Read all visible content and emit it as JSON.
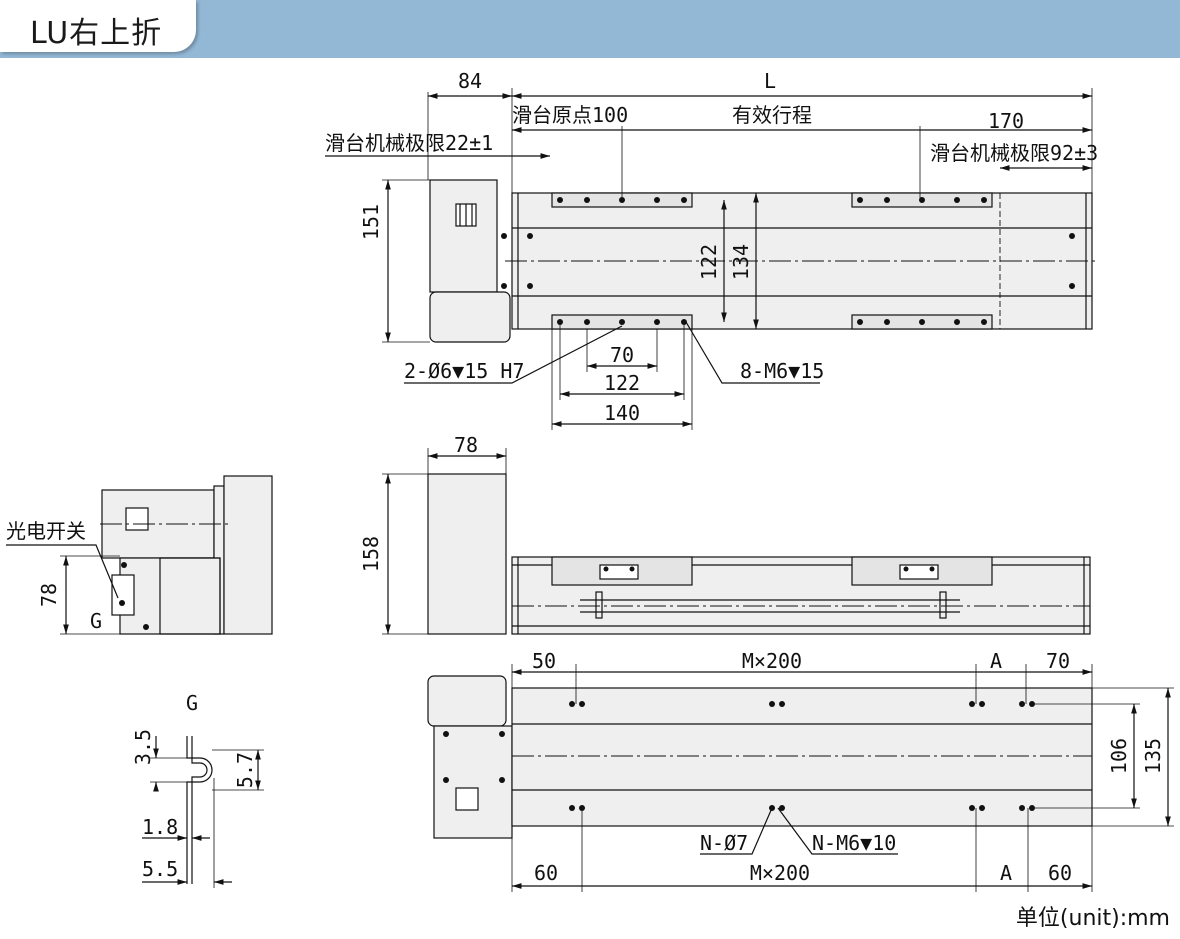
{
  "header": {
    "title": "LU右上折"
  },
  "top_view": {
    "dims": {
      "d84": "84",
      "dL": "L",
      "d170": "170",
      "d151": "151",
      "d122v": "122",
      "d134v": "134",
      "d70": "70",
      "d122h": "122",
      "d140": "140"
    },
    "labels": {
      "slide_origin": "滑台原点100",
      "effective_stroke": "有效行程",
      "mech_limit_left": "滑台机械极限22±1",
      "mech_limit_right": "滑台机械极限92±3",
      "pin_holes": "2-Ø6▼15 H7",
      "tap_holes": "8-M6▼15"
    }
  },
  "side_view": {
    "dims": {
      "d78": "78",
      "d158": "158"
    }
  },
  "end_view": {
    "labels": {
      "photo_switch": "光电开关",
      "g_mark": "G"
    },
    "dims": {
      "d78": "78"
    }
  },
  "detail_g": {
    "title": "G",
    "dims": {
      "d3_5": "3.5",
      "d5_7": "5.7",
      "d1_8": "1.8",
      "d5_5": "5.5"
    }
  },
  "bottom_view": {
    "dims": {
      "d50": "50",
      "dMx200_top": "M×200",
      "dA_top": "A",
      "d70": "70",
      "d106": "106",
      "d135": "135",
      "d60_left": "60",
      "dMx200_bot": "M×200",
      "dA_bot": "A",
      "d60_right": "60"
    },
    "labels": {
      "through_holes": "N-Ø7",
      "bottom_taps": "N-M6▼10"
    }
  },
  "footer": {
    "unit": "单位(unit):mm"
  },
  "colors": {
    "banner": "#93b8d6",
    "body_fill": "#efefef",
    "line": "#111111"
  }
}
